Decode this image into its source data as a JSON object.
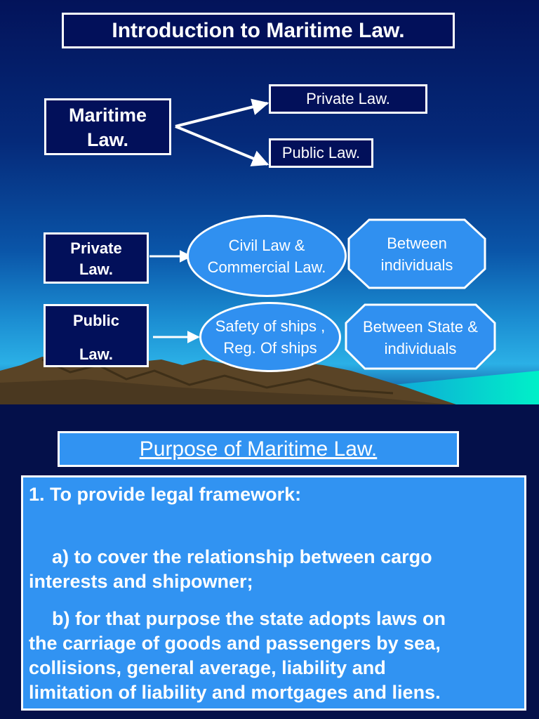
{
  "slide1": {
    "title": "Introduction to Maritime Law.",
    "root": {
      "line1": "Maritime",
      "line2": "Law."
    },
    "branches": {
      "private": "Private Law.",
      "public": "Public Law."
    },
    "rows": [
      {
        "label_line1": "Private",
        "label_line2": "Law.",
        "scope_line1": "Civil Law &",
        "scope_line2": "Commercial Law.",
        "parties_line1": "Between",
        "parties_line2": "individuals"
      },
      {
        "label_line1": "Public",
        "label_line2": "Law.",
        "scope_line1": "Safety of ships ,",
        "scope_line2": "Reg. Of ships",
        "parties_line1": "Between State &",
        "parties_line2": "individuals"
      }
    ]
  },
  "slide2": {
    "heading": "Purpose of Maritime Law.",
    "point1": "1. To provide legal framework:",
    "item_a_line1": "a) to cover the relationship between cargo",
    "item_a_line2": "interests and shipowner;",
    "item_b_line1": "b) for that purpose the state adopts laws on",
    "item_b_line2": "the carriage of goods and passengers by sea,",
    "item_b_line3": "collisions, general average, liability and",
    "item_b_line4": "limitation of liability and   mortgages and liens."
  },
  "colors": {
    "box_navy": "#02105a",
    "shape_blue": "#3090f0",
    "panel_blue": "#3193f2",
    "mountain": "#5a4426",
    "sea_cyan": "#00e0c8"
  }
}
